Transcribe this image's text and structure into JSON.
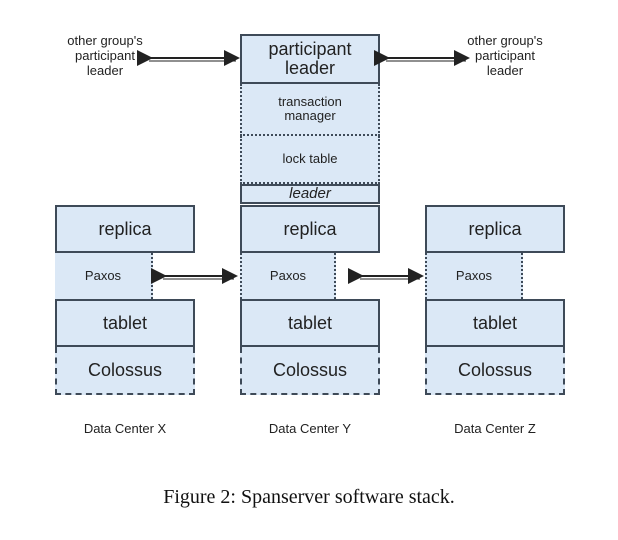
{
  "diagram": {
    "left_label": "other group's\nparticipant\nleader",
    "right_label": "other group's\nparticipant\nleader",
    "participant_leader": "participant\nleader",
    "transaction_manager": "transaction\nmanager",
    "lock_table": "lock table",
    "leader": "leader",
    "columns": [
      {
        "replica": "replica",
        "paxos": "Paxos",
        "tablet": "tablet",
        "colossus": "Colossus",
        "dc": "Data Center X"
      },
      {
        "replica": "replica",
        "paxos": "Paxos",
        "tablet": "tablet",
        "colossus": "Colossus",
        "dc": "Data Center Y"
      },
      {
        "replica": "replica",
        "paxos": "Paxos",
        "tablet": "tablet",
        "colossus": "Colossus",
        "dc": "Data Center Z"
      }
    ],
    "colors": {
      "box_fill": "#dbe8f6",
      "border": "#3e4a58",
      "text": "#222222"
    }
  },
  "caption": "Figure 2: Spanserver software stack."
}
